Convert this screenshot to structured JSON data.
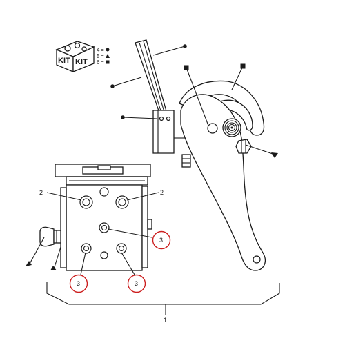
{
  "kit_icon": {
    "word_left": "KIT",
    "word_right": "KIT"
  },
  "legend": [
    {
      "number": "4",
      "separator": "=",
      "symbol_name": "circle-marker"
    },
    {
      "number": "5",
      "separator": "=",
      "symbol_name": "triangle-marker"
    },
    {
      "number": "6",
      "separator": "=",
      "symbol_name": "square-marker"
    }
  ],
  "callouts": {
    "item_1": "1",
    "item_2_left": "2",
    "item_2_right": "2",
    "item_3_right": "3",
    "item_3_bottom_left": "3",
    "item_3_bottom_right": "3"
  },
  "colors": {
    "line": "#1a1a1a",
    "highlight_circle": "#cc1f1f",
    "background": "#ffffff"
  }
}
